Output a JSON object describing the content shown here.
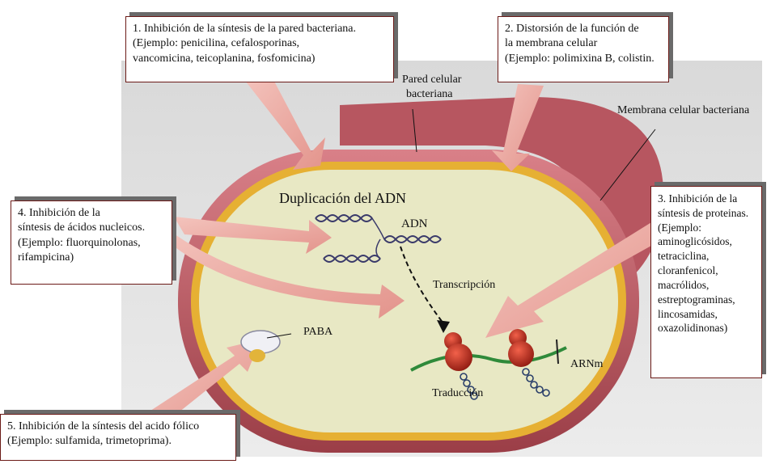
{
  "boxes": {
    "b1": [
      "1. Inhibición de la síntesis de la pared bacteriana.",
      "(Ejemplo: penicilina, cefalosporinas,",
      "vancomicina, teicoplanina, fosfomicina)"
    ],
    "b2": [
      "2. Distorsión de la función de",
      "la membrana celular",
      "(Ejemplo: polimixina B, colistin."
    ],
    "b3": [
      "3. Inhibición de la",
      "síntesis de proteinas.",
      "(Ejemplo:",
      "aminoglicósidos,",
      "tetraciclina,",
      "cloranfenicol,",
      "macrólidos,",
      "estreptograminas,",
      "lincosamidas,",
      "oxazolidinonas)"
    ],
    "b4": [
      "4. Inhibición de la",
      "síntesis de ácidos nucleicos.",
      "(Ejemplo: fluorquinolonas,",
      "rifampicina)"
    ],
    "b5": [
      "5. Inhibición de la síntesis del acido fólico",
      "(Ejemplo: sulfamida, trimetoprima)."
    ]
  },
  "labels": {
    "pared_l1": "Pared celular",
    "pared_l2": "bacteriana",
    "membrana": "Membrana celular bacteriana",
    "duplicacion": "Duplicación del ADN",
    "adn": "ADN",
    "transcripcion": "Transcripción",
    "paba": "PABA",
    "arnm": "ARNm",
    "traduccion": "Traducción"
  },
  "colors": {
    "cell_wall": "#b8505a",
    "membrane": "#e6b033",
    "cytoplasm": "#e8e8c4",
    "arrow": "#e9a6a0",
    "ribosome": "#c4291c",
    "mrna": "#2f8a3a",
    "box_border": "#6b1a17"
  }
}
